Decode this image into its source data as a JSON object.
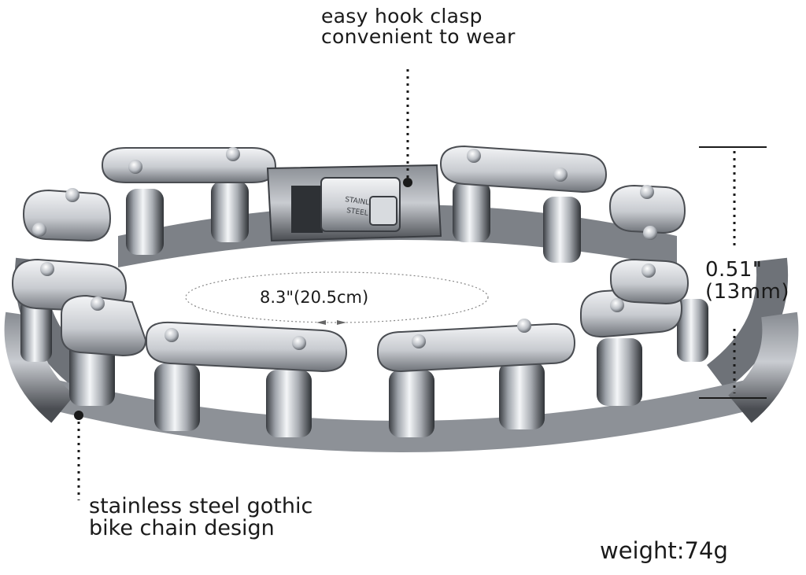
{
  "annotations": {
    "clasp_line1": "easy hook clasp",
    "clasp_line2": "convenient to wear",
    "width_inches": "0.51\"",
    "width_mm": "(13mm)",
    "length": "8.3\"(20.5cm)",
    "design_line1": "stainless steel gothic",
    "design_line2": "bike chain design",
    "weight": "weight:74g"
  },
  "clasp_stamp": {
    "line1": "STAINLESS",
    "line2": "STEEL"
  },
  "colors": {
    "background": "#ffffff",
    "text": "#1a1a1a",
    "steel_light": "#e9ebee",
    "steel_mid": "#a9adb3",
    "steel_dark": "#3a3d42"
  }
}
